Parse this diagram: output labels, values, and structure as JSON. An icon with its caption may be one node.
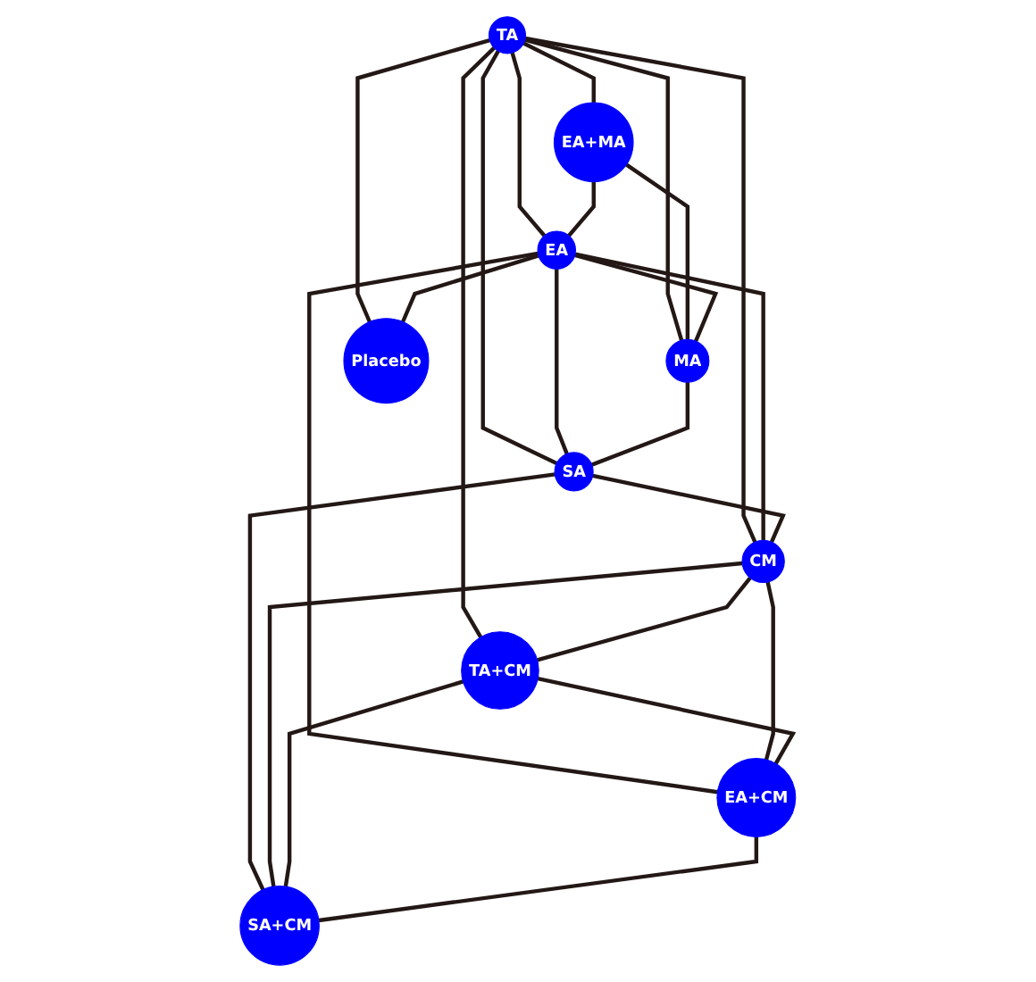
{
  "diagram": {
    "nodes": [
      {
        "text": [
          "TA"
        ]
      },
      {
        "text": [
          "EA+MA"
        ]
      },
      {
        "text": [
          "EA"
        ]
      },
      {
        "text": [
          "TA+CM"
        ]
      },
      {
        "text": [
          "MA"
        ]
      },
      {
        "text": [
          "EA+CM"
        ]
      },
      {
        "text": [
          "SA"
        ]
      },
      {
        "text": [
          "SA+CM"
        ]
      },
      {
        "text": [
          "CM"
        ]
      },
      {
        "text": [
          "Placebo"
        ]
      }
    ],
    "edges": [
      {
        "from": 0,
        "to": 1,
        "arrow": "none"
      },
      {
        "from": 0,
        "to": 2,
        "arrow": "none"
      },
      {
        "from": 0,
        "to": 3,
        "arrow": "none"
      },
      {
        "from": 0,
        "to": 9,
        "arrow": "none"
      },
      {
        "from": 0,
        "to": 8,
        "arrow": "none"
      },
      {
        "from": 0,
        "to": 6,
        "arrow": "none"
      },
      {
        "from": 0,
        "to": 4,
        "arrow": "none"
      },
      {
        "from": 1,
        "to": 2,
        "arrow": "none"
      },
      {
        "from": 1,
        "to": 4,
        "arrow": "none"
      },
      {
        "from": 2,
        "to": 4,
        "arrow": "none"
      },
      {
        "from": 2,
        "to": 6,
        "arrow": "none"
      },
      {
        "from": 2,
        "to": 8,
        "arrow": "none"
      },
      {
        "from": 2,
        "to": 9,
        "arrow": "none"
      },
      {
        "from": 2,
        "to": 5,
        "arrow": "none"
      },
      {
        "from": 4,
        "to": 6,
        "arrow": "none"
      },
      {
        "from": 6,
        "to": 7,
        "arrow": "none"
      },
      {
        "from": 6,
        "to": 8,
        "arrow": "none"
      },
      {
        "from": 8,
        "to": 7,
        "arrow": "none"
      },
      {
        "from": 8,
        "to": 5,
        "arrow": "none"
      },
      {
        "from": 8,
        "to": 3,
        "arrow": "none"
      },
      {
        "from": 3,
        "to": 5,
        "arrow": "none"
      },
      {
        "from": 3,
        "to": 7,
        "arrow": "none"
      },
      {
        "from": 5,
        "to": 7,
        "arrow": "none"
      }
    ]
  }
}
